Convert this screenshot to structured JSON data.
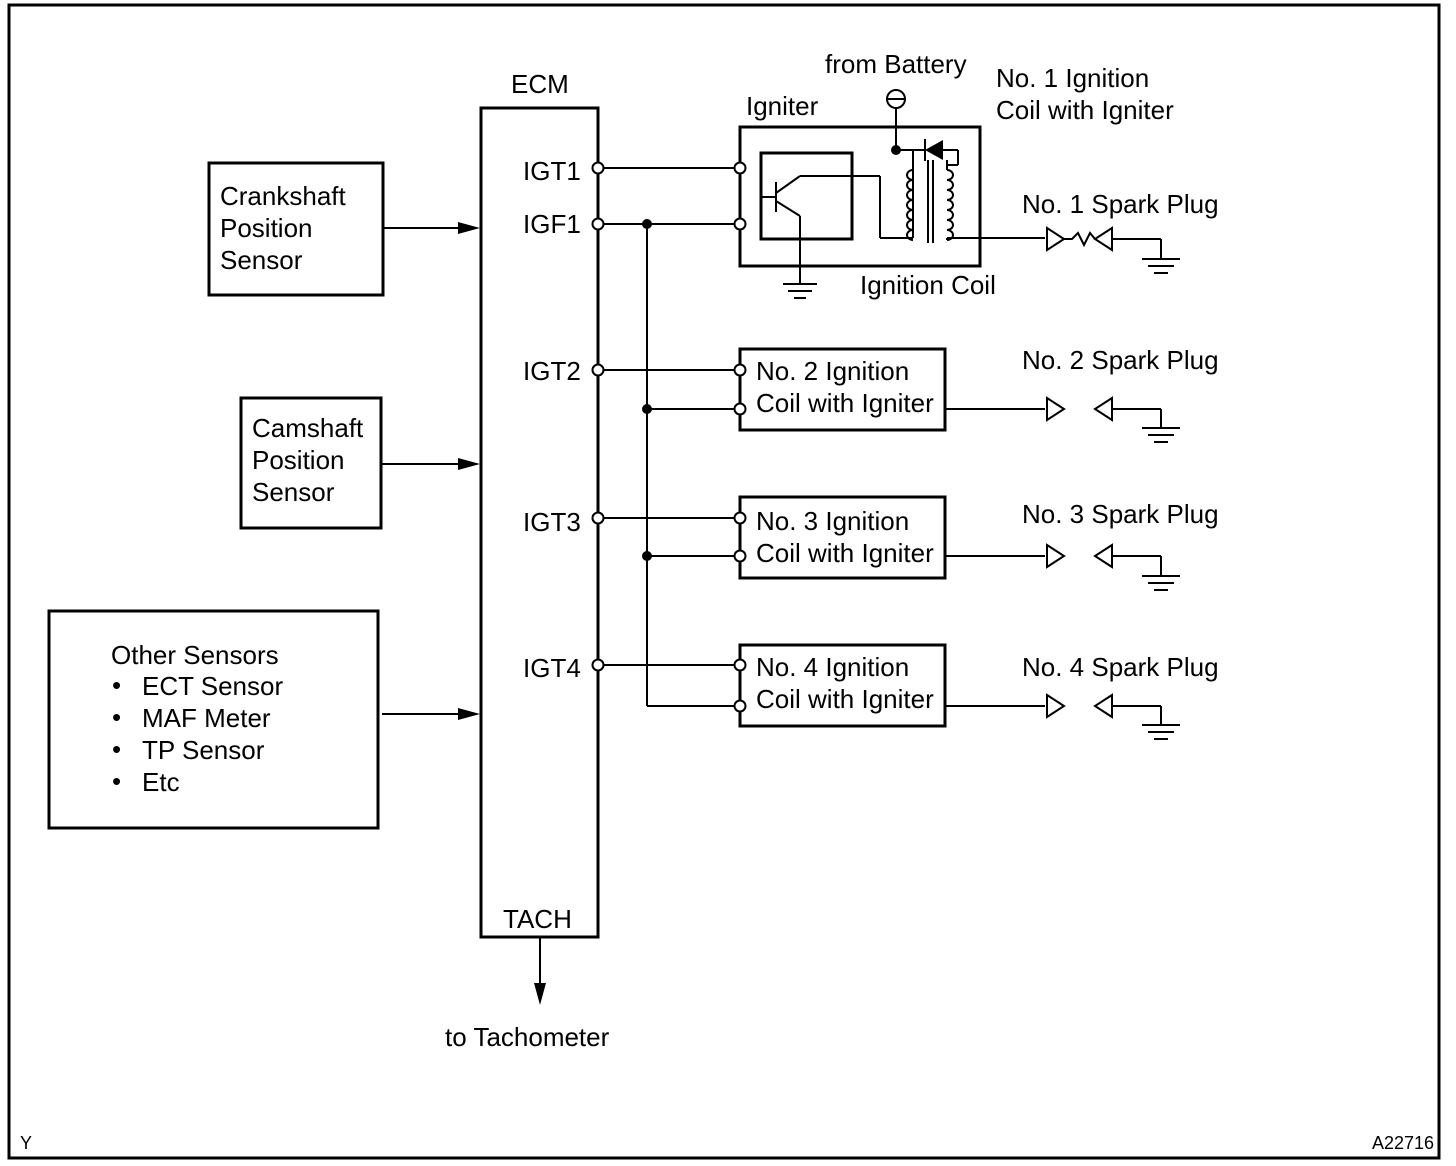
{
  "ecm": {
    "title": "ECM",
    "pins": [
      "IGT1",
      "IGF1",
      "IGT2",
      "IGT3",
      "IGT4"
    ],
    "tach": "TACH"
  },
  "sensors": {
    "crankshaft": [
      "Crankshaft",
      "Position",
      "Sensor"
    ],
    "camshaft": [
      "Camshaft",
      "Position",
      "Sensor"
    ],
    "other": {
      "title": "Other Sensors",
      "bullet": "•",
      "items": [
        "ECT Sensor",
        "MAF Meter",
        "TP Sensor",
        "Etc"
      ]
    }
  },
  "coil1": {
    "igniter": "Igniter",
    "battery": "from Battery",
    "title_line1": "No. 1 Ignition",
    "title_line2": "Coil with Igniter",
    "ignition_coil": "Ignition Coil"
  },
  "coils": [
    {
      "line1": "No. 2 Ignition",
      "line2": "Coil with Igniter"
    },
    {
      "line1": "No. 3 Ignition",
      "line2": "Coil with Igniter"
    },
    {
      "line1": "No. 4 Ignition",
      "line2": "Coil with Igniter"
    }
  ],
  "spark_plugs": [
    "No. 1 Spark Plug",
    "No. 2 Spark Plug",
    "No. 3 Spark Plug",
    "No. 4 Spark Plug"
  ],
  "tachometer": "to Tachometer",
  "corner_left": "Y",
  "corner_right": "A22716"
}
